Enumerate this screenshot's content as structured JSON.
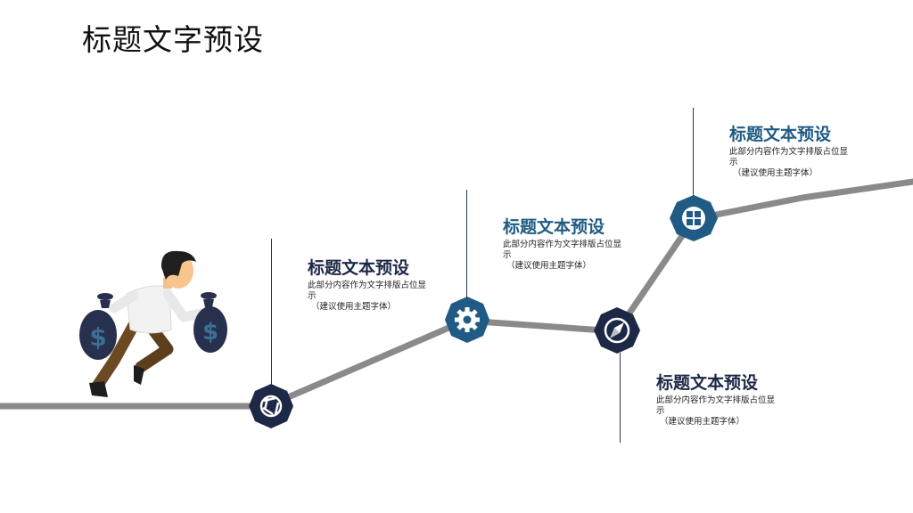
{
  "page": {
    "title": "标题文字预设"
  },
  "colors": {
    "navy": "#1d2847",
    "teal": "#1f5b84",
    "path": "#8a8a8a",
    "bag": "#27304d"
  },
  "stops": [
    {
      "icon": "aperture-icon",
      "heading": "标题文本预设",
      "body_line1": "此部分内容作为文字排版占位显",
      "body_line2": "示",
      "body_line3": "（建议使用主题字体）",
      "color": "#1d2847"
    },
    {
      "icon": "gear-icon",
      "heading": "标题文本预设",
      "body_line1": "此部分内容作为文字排版占位显",
      "body_line2": "示",
      "body_line3": "（建议使用主题字体）",
      "color": "#1f5b84"
    },
    {
      "icon": "compass-icon",
      "heading": "标题文本预设",
      "body_line1": "此部分内容作为文字排版占位显",
      "body_line2": "示",
      "body_line3": "（建议使用主题字体）",
      "color": "#1d2847"
    },
    {
      "icon": "windows-icon",
      "heading": "标题文本预设",
      "body_line1": "此部分内容作为文字排版占位显",
      "body_line2": "示",
      "body_line3": "（建议使用主题字体）",
      "color": "#1f5b84"
    }
  ],
  "money_bag_symbol": "$"
}
